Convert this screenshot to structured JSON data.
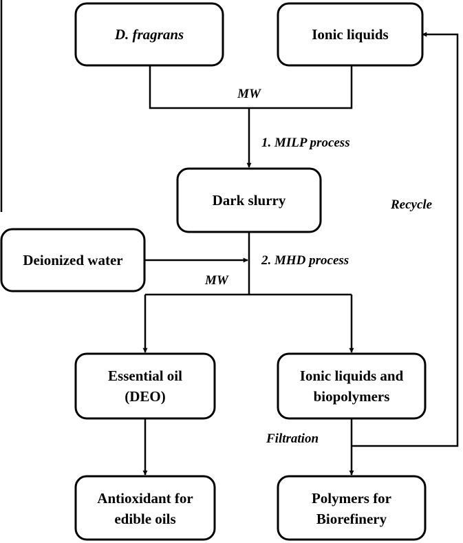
{
  "nodes": {
    "d_fragrans": "D. fragrans",
    "ionic_liquids": "Ionic liquids",
    "dark_slurry": "Dark slurry",
    "deionized_water": "Deionized water",
    "essential_oil_line1": "Essential oil",
    "essential_oil_line2": "(DEO)",
    "ionic_biopolymers_line1": "Ionic liquids and",
    "ionic_biopolymers_line2": "biopolymers",
    "antioxidant_line1": "Antioxidant for",
    "antioxidant_line2": "edible oils",
    "polymers_line1": "Polymers for",
    "polymers_line2": "Biorefinery"
  },
  "labels": {
    "mw_top": "MW",
    "milp_process": "1. MILP process",
    "recycle": "Recycle",
    "mhd_process": "2. MHD process",
    "mw_mid": "MW",
    "filtration": "Filtration"
  }
}
